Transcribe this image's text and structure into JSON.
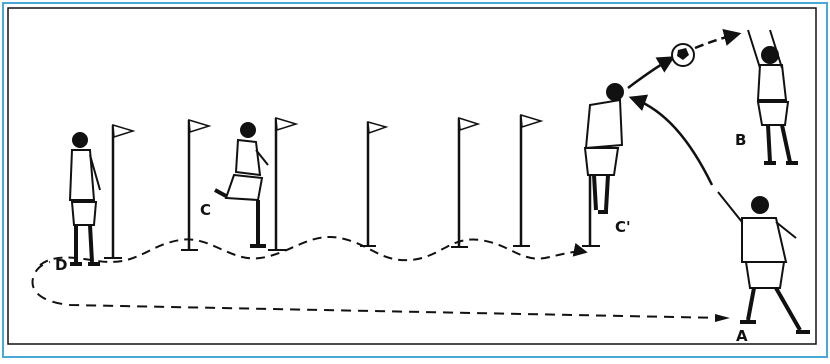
{
  "frame": {
    "border_color": "#4aa8d8",
    "ink_color": "#111111"
  },
  "labels": {
    "player_a": "A",
    "player_b": "B",
    "player_c": "C",
    "player_c_prime": "C'",
    "player_d": "D"
  },
  "icons": [
    "flag-pole-icon",
    "soccer-ball-icon",
    "player-figure-icon"
  ],
  "counts": {
    "flag_poles": 7
  }
}
